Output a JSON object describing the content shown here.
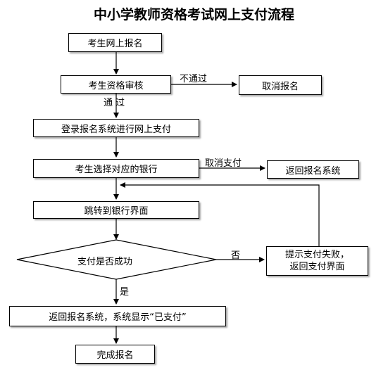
{
  "title": "中小学教师资格考试网上支付流程",
  "nodes": {
    "register": "考生网上报名",
    "review": "考生资格审核",
    "cancel_register": "取消报名",
    "login_pay": "登录报名系统进行网上支付",
    "choose_bank": "考生选择对应的银行",
    "back_to_system": "返回报名系统",
    "jump_bank": "跳转到银行界面",
    "pay_success": "支付是否成功",
    "pay_fail_line1": "提示支付失败，",
    "pay_fail_line2": "返回支付界面",
    "show_paid": "返回报名系统，系统显示“已支付”",
    "done": "完成报名"
  },
  "edge_labels": {
    "not_pass": "不通过",
    "pass": "通 过",
    "cancel_pay": "取消支付",
    "no": "否",
    "yes": "是"
  }
}
